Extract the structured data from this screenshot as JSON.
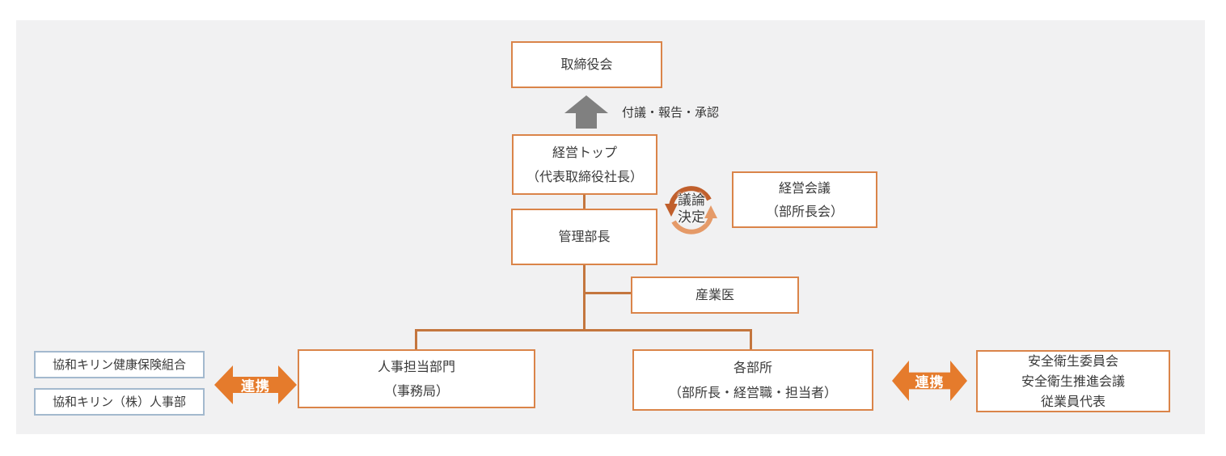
{
  "nodes": {
    "board": {
      "label": "取締役会"
    },
    "top_management": {
      "lines": [
        "経営トップ",
        "（代表取締役社長）"
      ]
    },
    "general_manager": {
      "label": "管理部長"
    },
    "management_council": {
      "lines": [
        "経営会議",
        "（部所長会）"
      ]
    },
    "industrial_physician": {
      "label": "産業医"
    },
    "hr_department": {
      "lines": [
        "人事担当部門",
        "（事務局）"
      ]
    },
    "each_division": {
      "lines": [
        "各部所",
        "（部所長・経営職・担当者）"
      ]
    },
    "health_insurance_union": {
      "label": "協和キリン健康保険組合"
    },
    "hr_division": {
      "label": "協和キリン（株）人事部"
    },
    "safety_bodies": {
      "lines": [
        "安全衛生委員会",
        "安全衛生推進会議",
        "従業員代表"
      ]
    }
  },
  "annotations": {
    "escalation": "付議・報告・承認",
    "cycle": {
      "top": "議論",
      "bottom": "決定"
    },
    "link_left": "連携",
    "link_right": "連携"
  },
  "colors": {
    "panel_bg": "#f1f1f2",
    "node_border_orange": "#DA8449",
    "node_border_blue": "#A3B9CE",
    "connector": "#C4763E",
    "up_arrow_gray": "#808080",
    "link_arrow_orange": "#E57B2C",
    "cycle_dark": "#C05F2C",
    "cycle_light": "#E59A68",
    "text": "#3A3A3A"
  }
}
